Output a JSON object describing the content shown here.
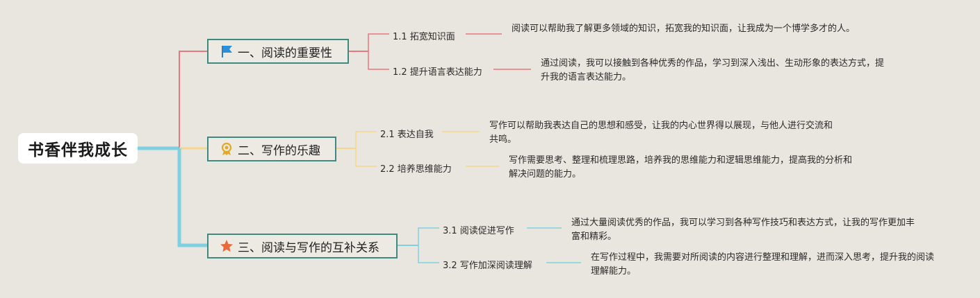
{
  "root": {
    "label": "书香伴我成长"
  },
  "branches": [
    {
      "label": "一、阅读的重要性",
      "icon": "flag-icon",
      "color": "#e9777b",
      "children": [
        {
          "label": "1.1 拓宽知识面",
          "text": "阅读可以帮助我了解更多领域的知识，拓宽我的知识面，让我成为一个博学多才的人。"
        },
        {
          "label": "1.2 提升语言表达能力",
          "text": "通过阅读，我可以接触到各种优秀的作品，学习到深入浅出、生动形象的表达方式，提升我的语言表达能力。"
        }
      ]
    },
    {
      "label": "二、写作的乐趣",
      "icon": "award-ribbon-icon",
      "color": "#f6d58e",
      "children": [
        {
          "label": "2.1 表达自我",
          "text": "写作可以帮助我表达自己的思想和感受，让我的内心世界得以展现，与他人进行交流和共鸣。"
        },
        {
          "label": "2.2 培养思维能力",
          "text": "写作需要思考、整理和梳理思路，培养我的思维能力和逻辑思维能力，提高我的分析和解决问题的能力。"
        }
      ]
    },
    {
      "label": "三、阅读与写作的互补关系",
      "icon": "star-icon",
      "color": "#7fd0e0",
      "children": [
        {
          "label": "3.1 阅读促进写作",
          "text": "通过大量阅读优秀的作品，我可以学习到各种写作技巧和表达方式，让我的写作更加丰富和精彩。"
        },
        {
          "label": "3.2 写作加深阅读理解",
          "text": "在写作过程中，我需要对所阅读的内容进行整理和理解，进而深入思考，提升我的阅读理解能力。"
        }
      ]
    }
  ],
  "colors": {
    "branch_border": "#3f8a80",
    "background": "#e9e6df"
  }
}
